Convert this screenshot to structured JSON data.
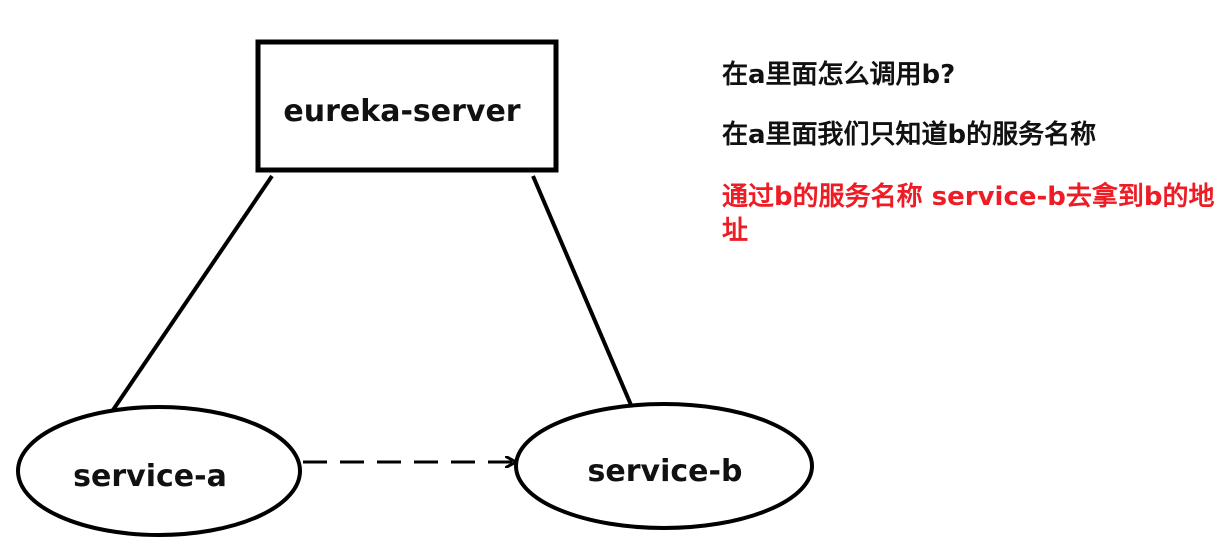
{
  "colors": {
    "stroke": "#000000",
    "text": "#111111",
    "highlight": "#ee1c24"
  },
  "nodes": {
    "server": "eureka-server",
    "service_a": "service-a",
    "service_b": "service-b"
  },
  "notes": {
    "question": "在a里面怎么调用b?",
    "known": "在a里面我们只知道b的服务名称",
    "answer": "通过b的服务名称 service-b去拿到b的地址"
  }
}
